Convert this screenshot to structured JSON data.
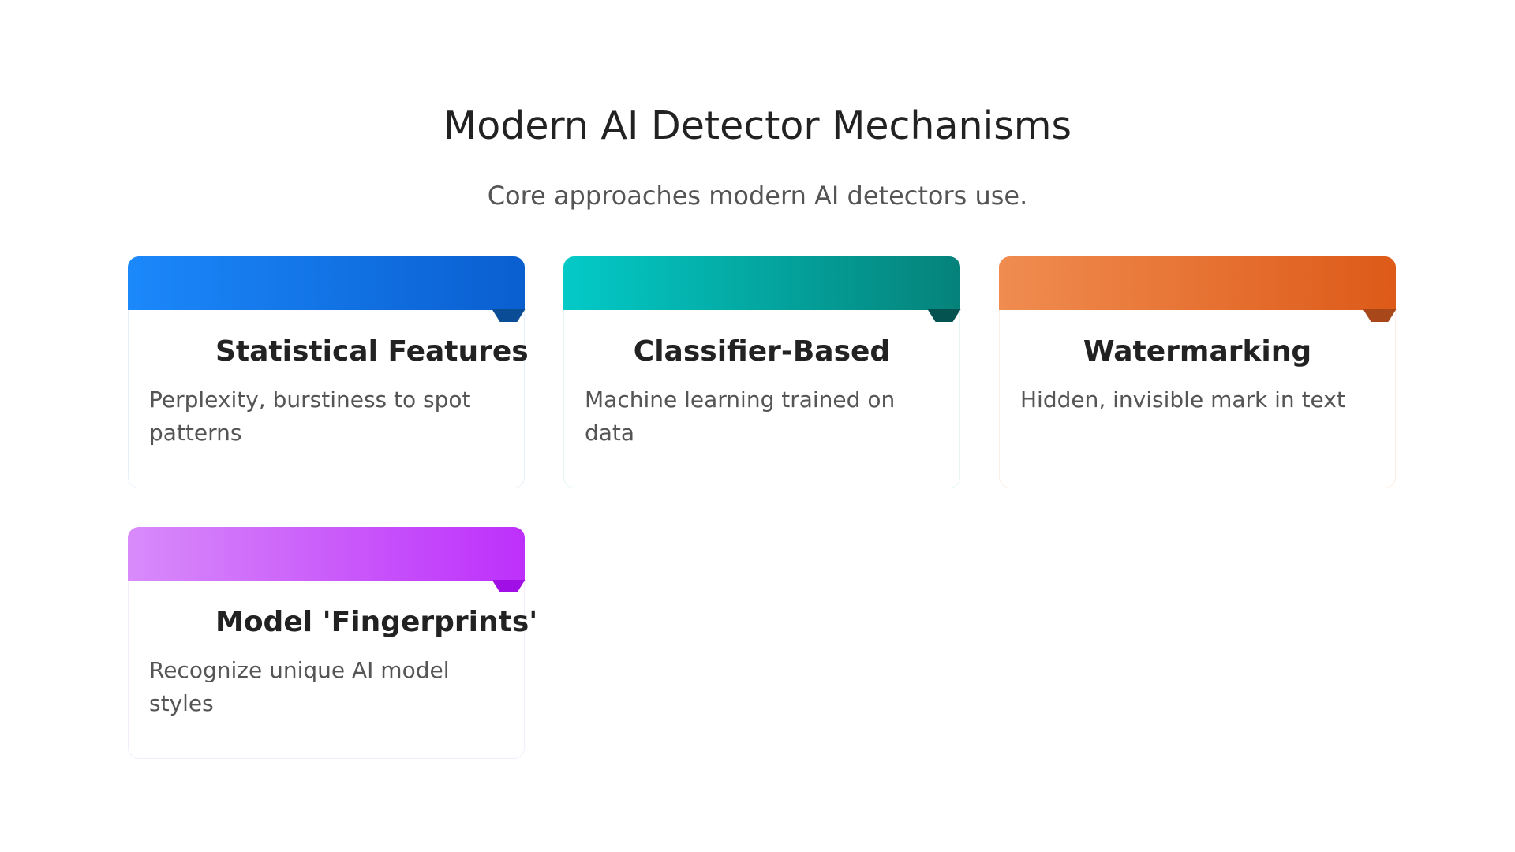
{
  "header": {
    "title": "Modern AI Detector Mechanisms",
    "subtitle": "Core approaches modern AI detectors use."
  },
  "cards": [
    {
      "title": "Statistical Features",
      "description": "Perplexity, burstiness to spot patterns",
      "accent_start": "#1b88fb",
      "accent_end": "#0a5fcf"
    },
    {
      "title": "Classifier-Based",
      "description": "Machine learning trained on data",
      "accent_start": "#03cac7",
      "accent_end": "#05827a"
    },
    {
      "title": "Watermarking",
      "description": "Hidden, invisible mark in text",
      "accent_start": "#f08c50",
      "accent_end": "#dd5a18"
    },
    {
      "title": "Model 'Fingerprints'",
      "description": "Recognize unique AI model styles",
      "accent_start": "#d88bfa",
      "accent_end": "#bd30fb"
    }
  ]
}
